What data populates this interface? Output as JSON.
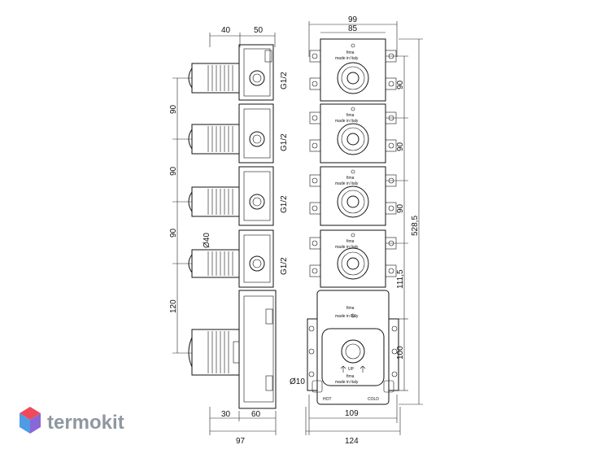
{
  "dims": {
    "top_left_a": "40",
    "top_left_b": "50",
    "thread": "G1/2",
    "pitch": "90",
    "bottom_gap": "120",
    "dia_40": "Ø40",
    "bottom_30": "30",
    "bottom_60": "60",
    "total_97": "97",
    "width_99": "99",
    "width_85": "85",
    "front_90": "90",
    "height_528": "528,5",
    "gap_111": "111,5",
    "h_100": "100",
    "hole_10": "Ø10",
    "width_109": "109",
    "width_124": "124"
  },
  "labels": {
    "fima": "fima",
    "made_in_italy": "made in Italy",
    "up": "UP",
    "hot": "HOT",
    "cold": "COLD"
  },
  "brand": {
    "name": "termokit",
    "colors": {
      "top": "#f04a5a",
      "left": "#4f9be6",
      "right": "#8a67d6",
      "text": "#8f97a0"
    }
  }
}
